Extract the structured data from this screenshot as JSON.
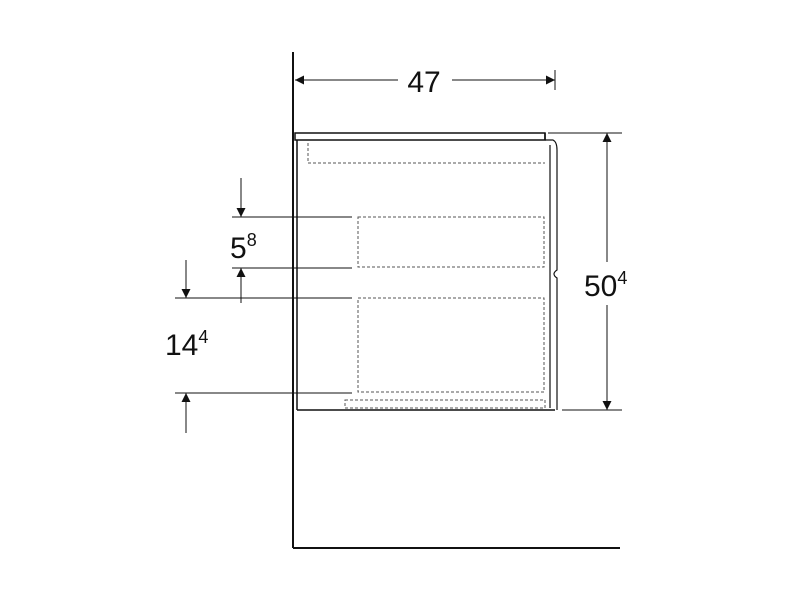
{
  "dimensions": {
    "width": {
      "main": "47",
      "sup": ""
    },
    "height": {
      "main": "50",
      "sup": "4"
    },
    "drawer_gap": {
      "main": "5",
      "sup": "8"
    },
    "bottom_offset": {
      "main": "14",
      "sup": "4"
    }
  },
  "colors": {
    "line": "#111111",
    "hidden_line": "#555555",
    "background": "#ffffff"
  }
}
